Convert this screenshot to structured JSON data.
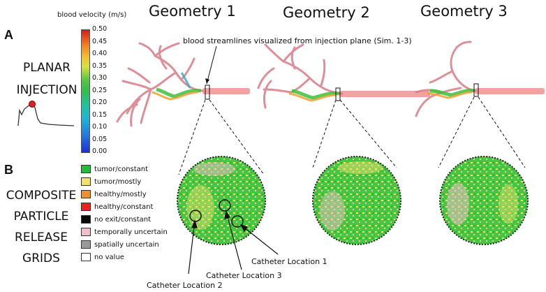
{
  "panels": {
    "a": "A",
    "b": "B"
  },
  "geometries": [
    "Geometry 1",
    "Geometry 2",
    "Geometry 3"
  ],
  "planar_label": [
    "PLANAR",
    "INJECTION"
  ],
  "composite_label": [
    "COMPOSITE",
    "PARTICLE",
    "RELEASE",
    "GRIDS"
  ],
  "colorbar": {
    "title": "blood velocity (m/s)",
    "ticks": [
      "0.50",
      "0.45",
      "0.40",
      "0.35",
      "0.30",
      "0.25",
      "0.20",
      "0.15",
      "0.10",
      "0.05",
      "0.00"
    ]
  },
  "streamline_note": "blood streamlines visualized from injection plane (Sim. 1-3)",
  "legend": [
    {
      "label": "tumor/constant",
      "color": "#1fbf3a"
    },
    {
      "label": "tumor/mostly",
      "color": "#f5e06e"
    },
    {
      "label": "healthy/mostly",
      "color": "#f0902c"
    },
    {
      "label": "healthy/constant",
      "color": "#e8231f"
    },
    {
      "label": "no exit/constant",
      "color": "#0a0a0a"
    },
    {
      "label": "temporally uncertain",
      "color": "#f2bfc6"
    },
    {
      "label": "spatially uncertain",
      "color": "#9a9a9a"
    },
    {
      "label": "no value",
      "color": "#ffffff"
    }
  ],
  "catheter_labels": [
    "Catheter Location 1",
    "Catheter Location 3",
    "Catheter Location 2"
  ]
}
